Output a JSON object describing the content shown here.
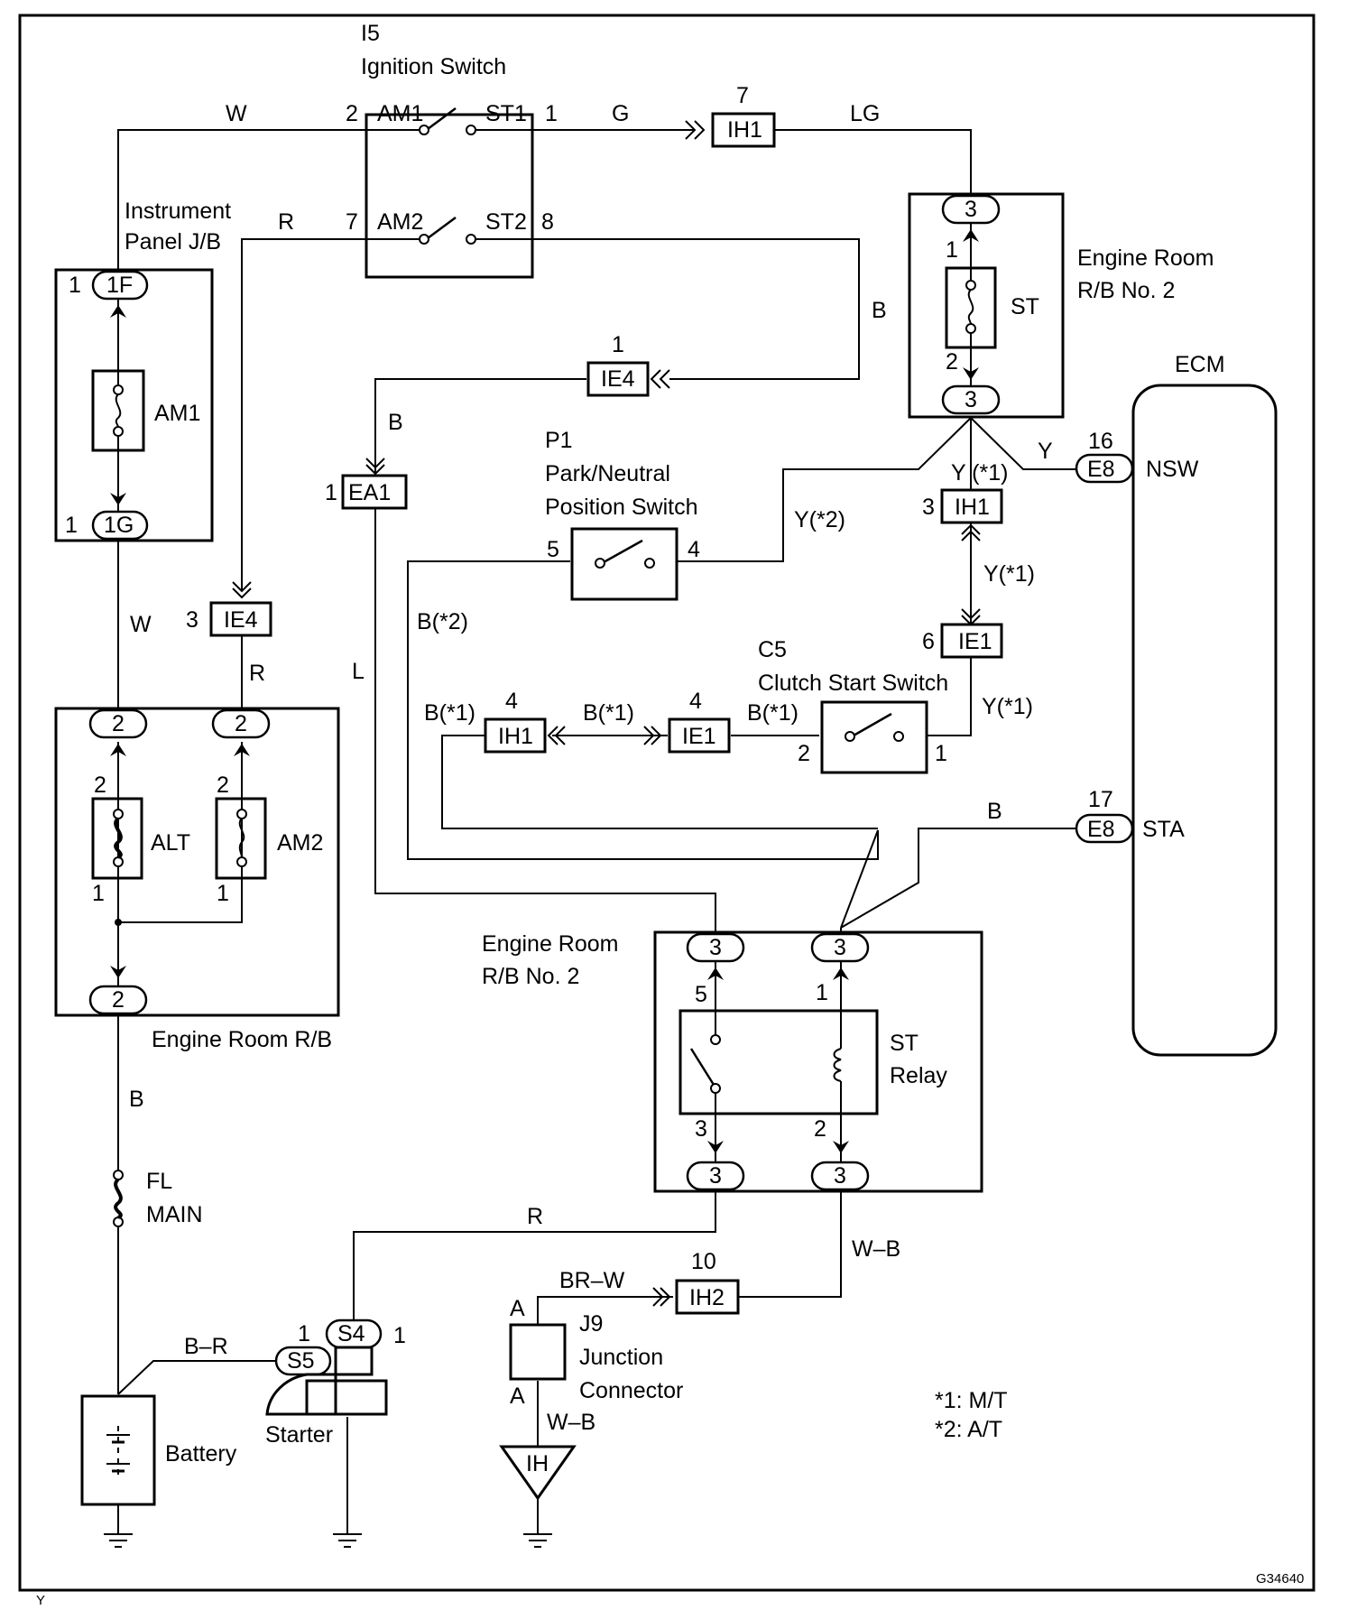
{
  "frame": {
    "figure_code": "G34640",
    "corner_mark": "Y"
  },
  "ignition_switch": {
    "code": "I5",
    "name": "Ignition Switch",
    "t_am1": "AM1",
    "t_st1": "ST1",
    "t_am2": "AM2",
    "t_st2": "ST2",
    "pin_am1": "2",
    "pin_st1": "1",
    "pin_am2": "7",
    "pin_st2": "8"
  },
  "instrument_panel_jb": {
    "name_line1": "Instrument",
    "name_line2": "Panel J/B",
    "conn_top": "1F",
    "conn_bottom": "1G",
    "pin_top": "1",
    "pin_bottom": "1",
    "fuse": "AM1"
  },
  "engine_room_rb": {
    "name": "Engine Room R/B",
    "conn_alt_top": "2",
    "conn_am2_top": "2",
    "conn_bottom": "2",
    "fuse_alt": "ALT",
    "fuse_am2": "AM2",
    "pin_alt_top": "2",
    "pin_alt_bottom": "1",
    "pin_am2_top": "2",
    "pin_am2_bottom": "1"
  },
  "engine_room_rb2_upper": {
    "name_line1": "Engine Room",
    "name_line2": "R/B No. 2",
    "conn_top": "3",
    "conn_bottom": "3",
    "fuse": "ST",
    "pin_top": "1",
    "pin_bottom": "2"
  },
  "engine_room_rb2_lower": {
    "name_line1": "Engine Room",
    "name_line2": "R/B No. 2",
    "conn_tl": "3",
    "conn_tr": "3",
    "conn_bl": "3",
    "conn_br": "3",
    "pin_tl": "5",
    "pin_tr": "1",
    "pin_bl": "3",
    "pin_br": "2",
    "relay_line1": "ST",
    "relay_line2": "Relay"
  },
  "ecm": {
    "name": "ECM",
    "conn_nsw": "E8",
    "pin_nsw": "16",
    "term_nsw": "NSW",
    "conn_sta": "E8",
    "pin_sta": "17",
    "term_sta": "STA"
  },
  "park_neutral_switch": {
    "code": "P1",
    "name_line1": "Park/Neutral",
    "name_line2": "Position Switch",
    "pin_left": "5",
    "pin_right": "4"
  },
  "clutch_start_switch": {
    "code": "C5",
    "name": "Clutch Start Switch",
    "pin_left": "2",
    "pin_right": "1"
  },
  "junction_connector": {
    "code": "J9",
    "name_line1": "Junction",
    "name_line2": "Connector",
    "pin_top": "A",
    "pin_bottom": "A"
  },
  "starter": {
    "name": "Starter",
    "conn_s4": "S4",
    "conn_s5": "S5",
    "pin_s4_left": "1",
    "pin_s4_right": "1"
  },
  "battery": {
    "name": "Battery"
  },
  "fusible_link": {
    "line1": "FL",
    "line2": "MAIN"
  },
  "ground_point": {
    "label": "IH"
  },
  "inline_connectors": {
    "ih1_top": {
      "code": "IH1",
      "pin": "7"
    },
    "ie4_top": {
      "code": "IE4",
      "pin": "1"
    },
    "ea1": {
      "code": "EA1",
      "pin": "1"
    },
    "ie4_left": {
      "code": "IE4",
      "pin": "3"
    },
    "ih1_right": {
      "code": "IH1",
      "pin": "3"
    },
    "ie1_right": {
      "code": "IE1",
      "pin": "6"
    },
    "ih1_mid": {
      "code": "IH1",
      "pin": "4"
    },
    "ie1_mid": {
      "code": "IE1",
      "pin": "4"
    },
    "ih2": {
      "code": "IH2",
      "pin": "10"
    }
  },
  "wire_colors": {
    "w_top": "W",
    "g_top": "G",
    "lg_top": "LG",
    "r_top": "R",
    "b_right": "B",
    "b_ea1": "B",
    "y_ecm": "Y",
    "y1_a": "Y (*1)",
    "y2": "Y(*2)",
    "y1_b": "Y(*1)",
    "y1_c": "Y(*1)",
    "w_mid": "W",
    "r_mid": "R",
    "l_mid": "L",
    "b2": "B(*2)",
    "b1_a": "B(*1)",
    "b1_b": "B(*1)",
    "b1_c": "B(*1)",
    "b_sta": "B",
    "b_low": "B",
    "r_low": "R",
    "br_w": "BR–W",
    "w_b_right": "W–B",
    "b_r": "B–R",
    "w_b_low": "W–B"
  },
  "notes": {
    "note1": "*1: M/T",
    "note2": "*2: A/T"
  }
}
